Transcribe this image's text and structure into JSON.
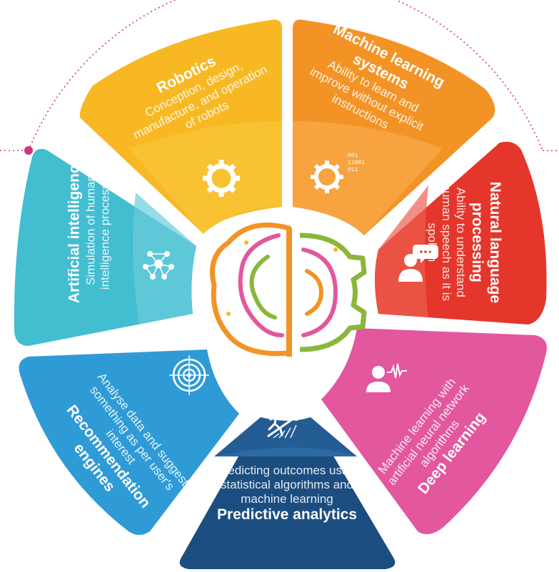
{
  "segments": {
    "robotics": {
      "title": "Robotics",
      "description": "Conception, design, manufacture, and operation of robots",
      "color": "#F7B823",
      "icon": "gear-icon"
    },
    "machine_learning": {
      "title": "Machine learning systems",
      "description": "Ability to learn and improve without explicit instructions",
      "color": "#F39325",
      "icon": "gear-binary-icon",
      "binary_text": [
        "001",
        "11001",
        "011"
      ]
    },
    "nlp": {
      "title": "Natural language processing",
      "description": "Ability to understand human speech as it is spoken",
      "color": "#E5362C",
      "icon": "speech-person-icon"
    },
    "deep_learning": {
      "title": "Deep learning",
      "description": "Machine learning with artificial neural network algorithms",
      "color": "#E2579E",
      "icon": "person-waveform-icon"
    },
    "predictive_analytics": {
      "title": "Predictive analytics",
      "description": "Predicting outcomes using statistical algorithms and machine learning",
      "color": "#1C4D80",
      "icon": "climbing-person-icon"
    },
    "recommendation": {
      "title": "Recommendation engines",
      "description": "Analyse data and suggest something as per user's interest",
      "color": "#2F9BD6",
      "icon": "target-icon"
    },
    "artificial_intelligence": {
      "title": "Artificial intelligence",
      "description": "Simulation of human intelligence processes",
      "color": "#43BDD0",
      "icon": "network-icon"
    }
  },
  "center_icon": "brain-gear-icon",
  "accent_dotted_color": "#D2357F"
}
